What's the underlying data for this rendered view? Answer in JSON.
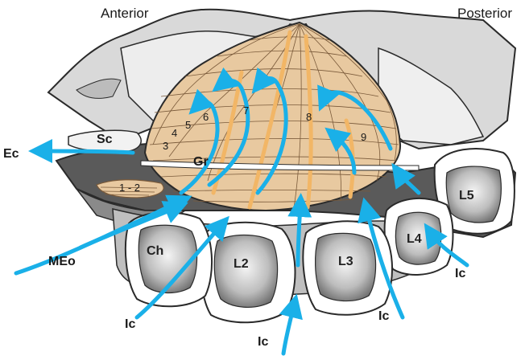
{
  "labels": {
    "anterior": "Anterior",
    "posterior": "Posterior",
    "sc": "Sc",
    "ec": "Ec",
    "gr": "Gr",
    "meo": "MEo",
    "ch": "Ch",
    "l2": "L2",
    "l3": "L3",
    "l4": "L4",
    "l5": "L5",
    "ic": "Ic",
    "fold_1_2": "1 - 2",
    "fold_3": "3",
    "fold_4": "4",
    "fold_5": "5",
    "fold_6": "6",
    "fold_7": "7",
    "fold_8": "8",
    "fold_9": "9"
  },
  "colors": {
    "gill_fill": "#e8c9a0",
    "gill_lines": "#7a5a3a",
    "gill_channel": "#f2b666",
    "dark_chamber": "#5a5a5a",
    "mid_chamber": "#8a8a8a",
    "light_shell": "#d9d9d9",
    "flow_arrow": "#1ab0e8"
  },
  "icons": [
    "flow-arrow-icon"
  ]
}
